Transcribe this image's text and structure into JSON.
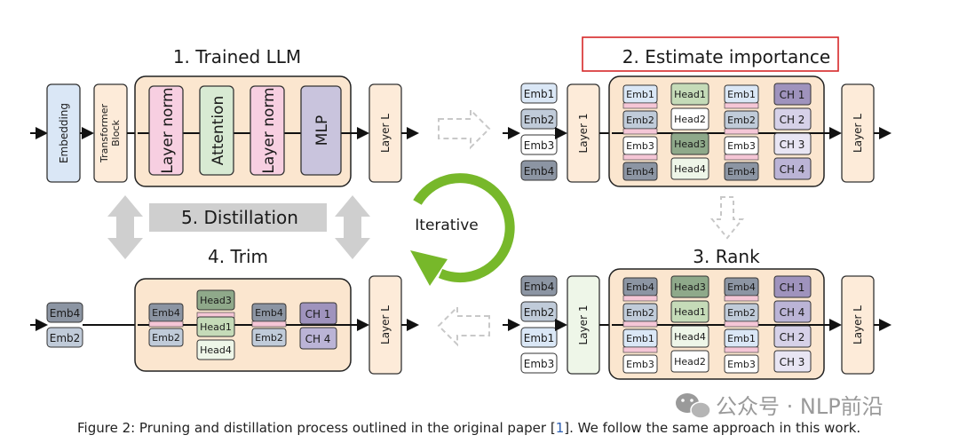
{
  "titles": {
    "trained": "1. Trained LLM",
    "estimate": "2. Estimate importance",
    "rank": "3. Rank",
    "trim": "4. Trim",
    "distill": "5. Distillation",
    "iterative": "Iterative"
  },
  "blocks": {
    "embedding": "Embedding",
    "transformer_line1": "Transformer",
    "transformer_line2": "Block",
    "layer_norm": "Layer norm",
    "attention": "Attention",
    "mlp": "MLP",
    "layer_l": "Layer L",
    "layer_1": "Layer 1"
  },
  "panel2": {
    "emb_in": [
      "Emb1",
      "Emb2",
      "Emb3",
      "Emb4"
    ],
    "emb_a": [
      "Emb1",
      "Emb2",
      "Emb3",
      "Emb4"
    ],
    "heads": [
      "Head1",
      "Head2",
      "Head3",
      "Head4"
    ],
    "emb_b": [
      "Emb1",
      "Emb2",
      "Emb3",
      "Emb4"
    ],
    "ch": [
      "CH 1",
      "CH 2",
      "CH 3",
      "CH 4"
    ]
  },
  "panel3": {
    "emb_in": [
      "Emb4",
      "Emb2",
      "Emb1",
      "Emb3"
    ],
    "emb_a": [
      "Emb4",
      "Emb2",
      "Emb1",
      "Emb3"
    ],
    "heads": [
      "Head3",
      "Head1",
      "Head4",
      "Head2"
    ],
    "emb_b": [
      "Emb4",
      "Emb2",
      "Emb1",
      "Emb3"
    ],
    "ch": [
      "CH 1",
      "CH 4",
      "CH 2",
      "CH 3"
    ]
  },
  "panel4": {
    "emb_in": [
      "Emb4",
      "Emb2"
    ],
    "emb_a": [
      "Emb4",
      "Emb2"
    ],
    "heads": [
      "Head3",
      "Head1",
      "Head4"
    ],
    "emb_b": [
      "Emb4",
      "Emb2"
    ],
    "ch": [
      "CH 1",
      "CH 4"
    ]
  },
  "watermark": "公众号 · NLP前沿",
  "caption": {
    "before": "Figure 2: Pruning and distillation process outlined in the original paper [",
    "ref": "1",
    "after": "]. We follow the same approach in this work."
  },
  "colors": {
    "panel_fill": "#fbe6cf",
    "layer_fill": "#fdebd9",
    "layer_norm": "#f7cfe1",
    "attention": "#d8ead3",
    "mlp": "#c9c4dd",
    "embedding": "#dae7f6",
    "highlight_red": "#d62728",
    "iterative_green": "#77b82a",
    "gray_arrow": "#cfcfcf"
  }
}
